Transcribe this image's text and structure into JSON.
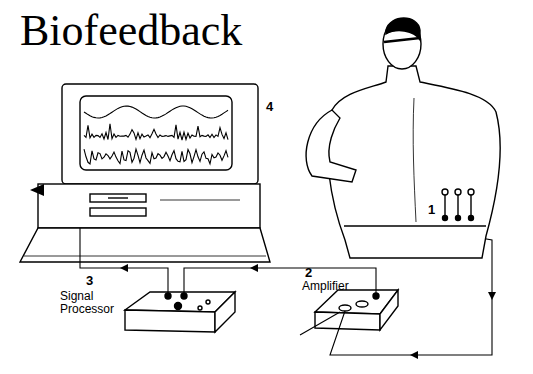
{
  "diagram": {
    "title": "Biofeedback",
    "labels": [
      "1",
      "2",
      "Amplifier",
      "3",
      "Signal Processor",
      "4"
    ]
  }
}
